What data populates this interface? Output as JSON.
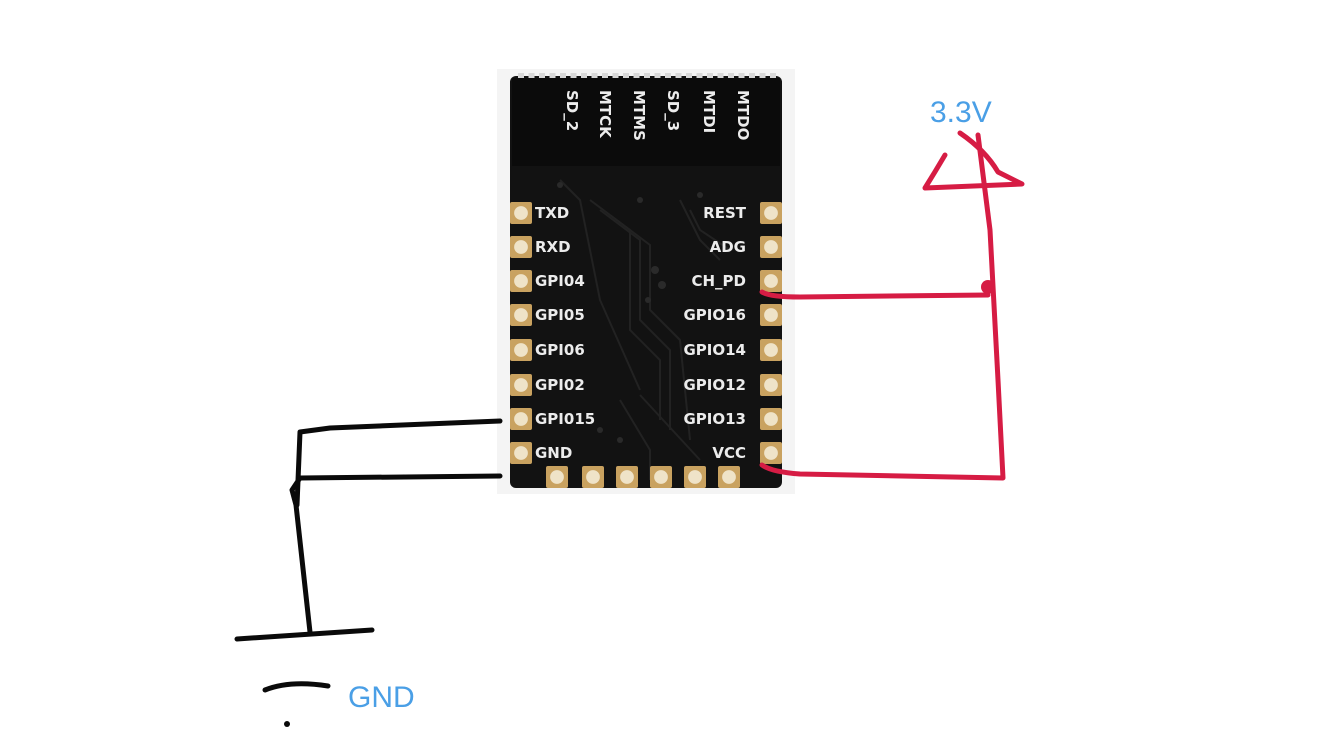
{
  "board": {
    "top_labels": [
      "SD_2",
      "MTCK",
      "MTMS",
      "SD_3",
      "MTDI",
      "MTDO"
    ],
    "left_pins": [
      "TXD",
      "RXD",
      "GPI04",
      "GPI05",
      "GPI06",
      "GPI02",
      "GPI015",
      "GND"
    ],
    "right_pins": [
      "REST",
      "ADG",
      "CH_PD",
      "GPIO16",
      "GPIO14",
      "GPIO12",
      "GPIO13",
      "VCC"
    ]
  },
  "annotations": {
    "vcc_label": "3.3V",
    "gnd_label": "GND"
  },
  "colors": {
    "board": "#121212",
    "pad": "#c9a260",
    "vcc_wire": "#d61c44",
    "gnd_wire": "#0a0a0a",
    "annotation": "#4a9fe6"
  },
  "icons": {
    "power": "power-arrow-icon",
    "ground": "ground-symbol-icon"
  }
}
